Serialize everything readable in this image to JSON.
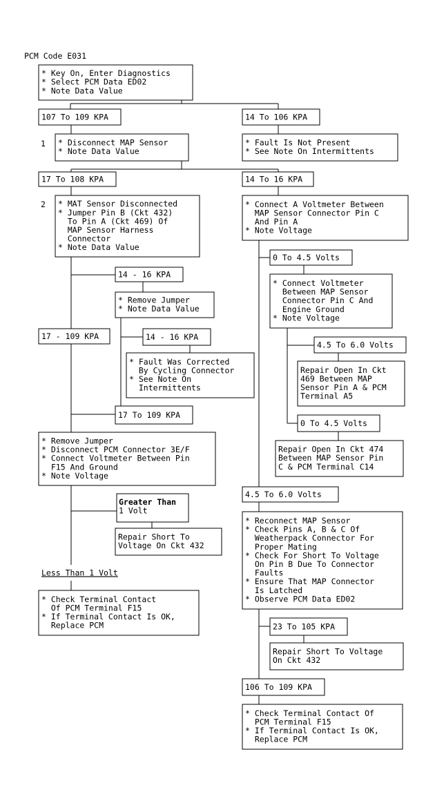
{
  "title": "PCM Code E031",
  "nodes": {
    "start": [
      "* Key On, Enter Diagnostics",
      "* Select PCM Data ED02",
      "* Note Data Value"
    ],
    "r107_109": [
      "107 To 109 KPA"
    ],
    "r14_106": [
      "14 To 106 KPA"
    ],
    "step1_num": "1",
    "step1": [
      "* Disconnect MAP Sensor",
      "* Note Data Value"
    ],
    "fault_not_present": [
      "* Fault Is Not Present",
      "* See Note On Intermittents"
    ],
    "r17_108": [
      "17 To 108 KPA"
    ],
    "r14_16_a": [
      "14 To 16 KPA"
    ],
    "step2_num": "2",
    "step2": [
      "* MAT Sensor Disconnected",
      "* Jumper Pin B (Ckt 432)",
      "  To Pin A (Ckt 469) Of",
      "  MAP Sensor Harness",
      "  Connector",
      "* Note Data Value"
    ],
    "connect_voltmeter_c_a": [
      "* Connect A Voltmeter Between",
      "  MAP Sensor Connector Pin C",
      "  And Pin A",
      "* Note Voltage"
    ],
    "v0_45_a": [
      "0 To 4.5 Volts"
    ],
    "kpa14_16_dash_a": [
      "14 - 16 KPA"
    ],
    "connect_voltmeter_c_gnd": [
      "* Connect Voltmeter",
      "  Between MAP Sensor",
      "  Connector Pin C And",
      "  Engine Ground",
      "* Note Voltage"
    ],
    "remove_jumper_note": [
      "* Remove Jumper",
      "* Note Data Value"
    ],
    "kpa17_109_dash": [
      "17 - 109 KPA"
    ],
    "kpa14_16_dash_b": [
      "14 - 16 KPA"
    ],
    "v45_60_a": [
      "4.5 To 6.0 Volts"
    ],
    "fault_corrected": [
      "* Fault Was Corrected",
      "  By Cycling Connector",
      "* See Note On",
      "  Intermittents"
    ],
    "repair_open_469": [
      "Repair Open In Ckt",
      "469 Between MAP",
      "Sensor Pin A & PCM",
      "Terminal A5"
    ],
    "kpa17_109_to": [
      "17 To 109 KPA"
    ],
    "v0_45_b": [
      "0 To 4.5 Volts"
    ],
    "remove_jumper_disconnect": [
      "* Remove Jumper",
      "* Disconnect PCM Connector 3E/F",
      "* Connect Voltmeter Between Pin",
      "  F15 And Ground",
      "* Note Voltage"
    ],
    "repair_open_474": [
      "Repair Open In Ckt 474",
      "Between MAP Sensor Pin",
      "C & PCM Terminal C14"
    ],
    "v45_60_b": [
      "4.5 To 6.0 Volts"
    ],
    "greater_than_bold": "Greater Than",
    "greater_than_rest": "1 Volt",
    "reconnect_map": [
      "* Reconnect MAP Sensor",
      "* Check Pins A, B & C Of",
      "  Weatherpack Connector For",
      "  Proper Mating",
      "* Check For Short To Voltage",
      "  On Pin B Due To Connector",
      "  Faults",
      "* Ensure That MAP Connector",
      "  Is Latched",
      "* Observe PCM Data ED02"
    ],
    "repair_short_432_a": [
      "Repair Short To",
      "Voltage On Ckt 432"
    ],
    "less_than": [
      "Less Than 1 Volt"
    ],
    "check_terminal_a": [
      "* Check Terminal Contact",
      "  Of PCM Terminal F15",
      "* If Terminal Contact Is OK,",
      "  Replace PCM"
    ],
    "r23_105": [
      "23 To 105 KPA"
    ],
    "repair_short_432_b": [
      "Repair Short To Voltage",
      "On Ckt 432"
    ],
    "r106_109": [
      "106 To 109 KPA"
    ],
    "check_terminal_b": [
      "* Check Terminal Contact Of",
      "  PCM Terminal F15",
      "* If Terminal Contact Is OK,",
      "  Replace PCM"
    ]
  }
}
